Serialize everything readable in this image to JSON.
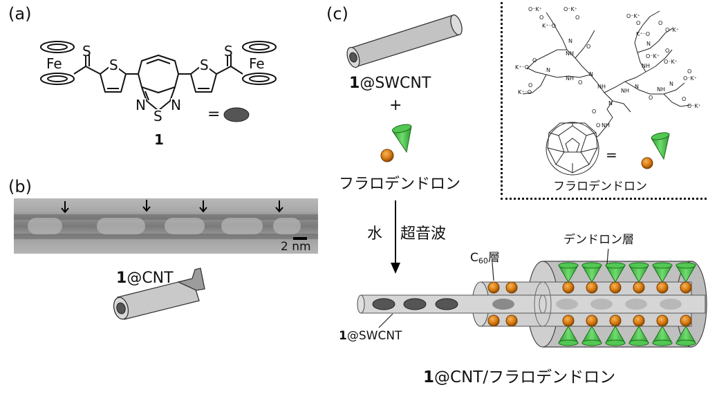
{
  "panels": {
    "a": "(a)",
    "b": "(b)",
    "c": "(c)"
  },
  "molecule": {
    "fe_left": "Fe",
    "fe_right": "Fe",
    "s_left": "S",
    "s_right": "S",
    "s_thio_left": "S",
    "s_thio_right": "S",
    "n_left": "N",
    "n_right": "N",
    "s_btd": "S",
    "equals": "=",
    "compound_number": "1"
  },
  "tem": {
    "scale_label": "2 nm"
  },
  "panel_b_label": {
    "num": "1",
    "rest": "@CNT"
  },
  "panel_c": {
    "top_label_num": "1",
    "top_label_rest": "@SWCNT",
    "plus": "+",
    "fullerodendron": "フラロデンドロン",
    "water": "水",
    "ultrasound": "超音波",
    "c60_layer_c": "C",
    "c60_layer_sub": "60",
    "c60_layer_kanji": "層",
    "dendron_layer": "デンドロン層",
    "inner_label_num": "1",
    "inner_label_rest": "@SWCNT",
    "bottom_title_num": "1",
    "bottom_title_rest": "@CNT/フラロデンドロン"
  },
  "inset": {
    "equals": "=",
    "caption": "フラロデンドロン",
    "groups": [
      "O⁻K⁺",
      "O⁻K⁺",
      "O⁻K⁺",
      "O⁻K⁺",
      "O⁻K⁺",
      "O⁻K⁺",
      "O⁻K⁺",
      "O⁻K⁺",
      "K⁺⁻O",
      "K⁺⁻O",
      "K⁺⁻O",
      "K⁺⁻O"
    ],
    "atoms": [
      "N",
      "N",
      "N",
      "N",
      "N",
      "N",
      "N",
      "NH",
      "NH",
      "NH",
      "NH",
      "NH",
      "NH",
      "NH",
      "O",
      "O",
      "O",
      "O",
      "O",
      "O",
      "O",
      "O",
      "O",
      "O",
      "O",
      "O",
      "O",
      "O"
    ]
  },
  "colors": {
    "cone_green": "#3fbf3f",
    "ball_orange": "#d87a10",
    "tube_gray": "#c8c8c8"
  }
}
